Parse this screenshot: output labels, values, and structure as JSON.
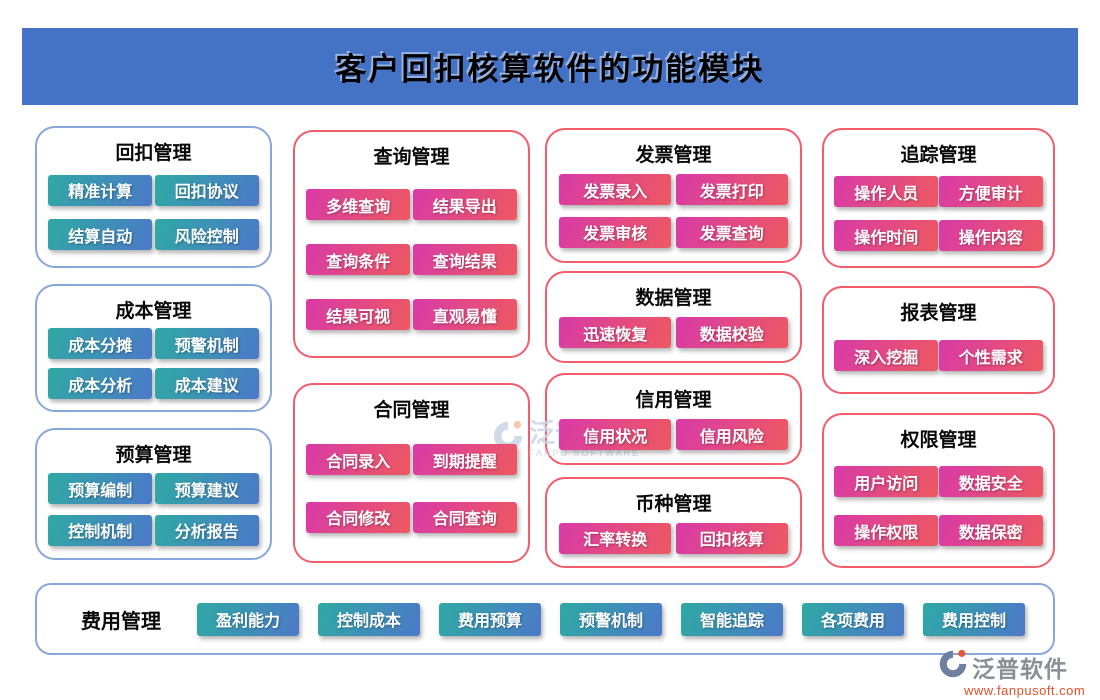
{
  "header": {
    "title": "客户回扣核算软件的功能模块"
  },
  "cards": [
    {
      "title": "回扣管理",
      "theme": "blue",
      "buttons": [
        "精准计算",
        "回扣协议",
        "结算自动",
        "风险控制"
      ]
    },
    {
      "title": "成本管理",
      "theme": "blue",
      "buttons": [
        "成本分摊",
        "预警机制",
        "成本分析",
        "成本建议"
      ]
    },
    {
      "title": "预算管理",
      "theme": "blue",
      "buttons": [
        "预算编制",
        "预算建议",
        "控制机制",
        "分析报告"
      ]
    },
    {
      "title": "查询管理",
      "theme": "pink",
      "buttons": [
        "多维查询",
        "结果导出",
        "查询条件",
        "查询结果",
        "结果可视",
        "直观易懂"
      ]
    },
    {
      "title": "合同管理",
      "theme": "pink",
      "buttons": [
        "合同录入",
        "到期提醒",
        "合同修改",
        "合同查询"
      ]
    },
    {
      "title": "发票管理",
      "theme": "pink",
      "buttons": [
        "发票录入",
        "发票打印",
        "发票审核",
        "发票查询"
      ]
    },
    {
      "title": "数据管理",
      "theme": "pink",
      "buttons": [
        "迅速恢复",
        "数据校验"
      ]
    },
    {
      "title": "信用管理",
      "theme": "pink",
      "buttons": [
        "信用状况",
        "信用风险"
      ]
    },
    {
      "title": "币种管理",
      "theme": "pink",
      "buttons": [
        "汇率转换",
        "回扣核算"
      ]
    },
    {
      "title": "追踪管理",
      "theme": "pink",
      "buttons": [
        "操作人员",
        "方便审计",
        "操作时间",
        "操作内容"
      ]
    },
    {
      "title": "报表管理",
      "theme": "pink",
      "buttons": [
        "深入挖掘",
        "个性需求"
      ]
    },
    {
      "title": "权限管理",
      "theme": "pink",
      "buttons": [
        "用户访问",
        "数据安全",
        "操作权限",
        "数据保密"
      ]
    },
    {
      "title": "费用管理",
      "theme": "blue",
      "buttons": [
        "盈利能力",
        "控制成本",
        "费用预算",
        "预警机制",
        "智能追踪",
        "各项费用",
        "费用控制"
      ]
    }
  ],
  "watermark": {
    "text": "泛普软件",
    "subtext": "FANPU SOFTWARE"
  },
  "logo": {
    "name": "泛普软件",
    "url": "www.fanpusoft.com"
  },
  "colors": {
    "header_bg": "#4472C4",
    "blue_button_gradient_start": "#2FA9A4",
    "blue_button_gradient_end": "#4C79C9",
    "pink_button_gradient_start": "#D83AA8",
    "pink_button_gradient_end": "#EE5960",
    "blue_card_border": "#8AA7DC",
    "pink_card_border": "#F25C6B",
    "logo_url_color": "#E2502A"
  }
}
